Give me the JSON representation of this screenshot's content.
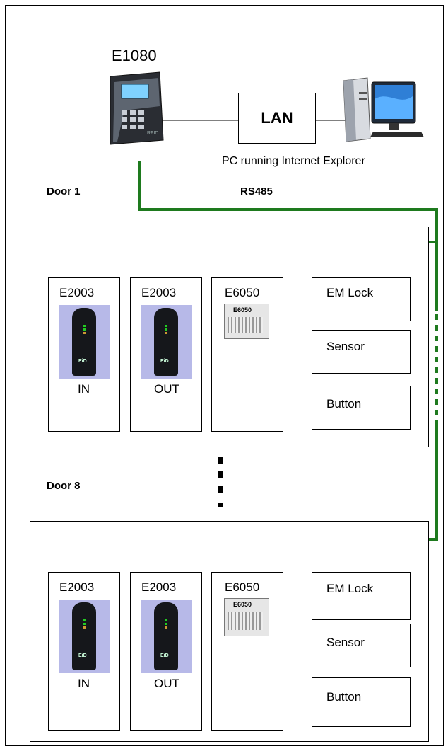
{
  "top": {
    "controller_label": "E1080",
    "lan_label": "LAN",
    "pc_caption": "PC running Internet Explorer",
    "bus_label": "RS485"
  },
  "doors": [
    {
      "title": "Door 1",
      "reader_in": {
        "model": "E2003",
        "caption": "IN"
      },
      "reader_out": {
        "model": "E2003",
        "caption": "OUT"
      },
      "module": {
        "model": "E6050",
        "chip_text": "E6050"
      },
      "outputs": [
        "EM Lock",
        "Sensor",
        "Button"
      ]
    },
    {
      "title": "Door 8",
      "reader_in": {
        "model": "E2003",
        "caption": "IN"
      },
      "reader_out": {
        "model": "E2003",
        "caption": "OUT"
      },
      "module": {
        "model": "E6050",
        "chip_text": "E6050"
      },
      "outputs": [
        "EM Lock",
        "Sensor",
        "Button"
      ]
    }
  ],
  "reader_brand": "EiD",
  "colors": {
    "rs485": "#1e7a1e",
    "reader_link": "#1a2bff",
    "reader_bg": "#b7b9e8"
  }
}
